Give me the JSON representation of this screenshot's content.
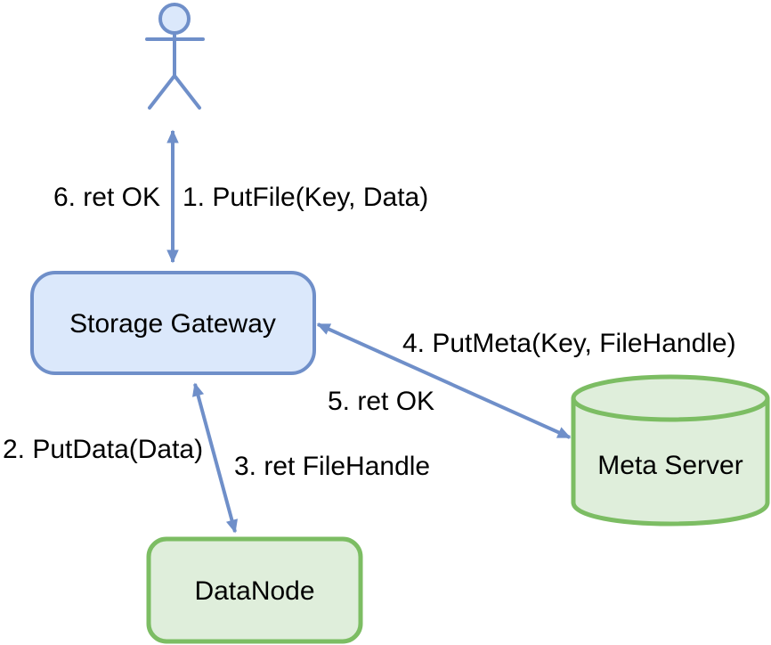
{
  "diagram": {
    "nodes": {
      "storage_gateway": {
        "label": "Storage Gateway"
      },
      "meta_server": {
        "label": "Meta Server"
      },
      "data_node": {
        "label": "DataNode"
      }
    },
    "edge_labels": {
      "put_file": "1. PutFile(Key, Data)",
      "put_data": "2. PutData(Data)",
      "ret_filehandle": "3. ret FileHandle",
      "put_meta": "4. PutMeta(Key, FileHandle)",
      "ret_ok_meta": "5. ret OK",
      "ret_ok_user": "6. ret OK"
    },
    "colors": {
      "page_bg": "#ffffff",
      "blue_stroke": "#6f8fc9",
      "blue_fill": "#dbe8fb",
      "green_stroke": "#7cbd63",
      "green_fill": "#dfeedb",
      "label_text": "#000000"
    }
  }
}
